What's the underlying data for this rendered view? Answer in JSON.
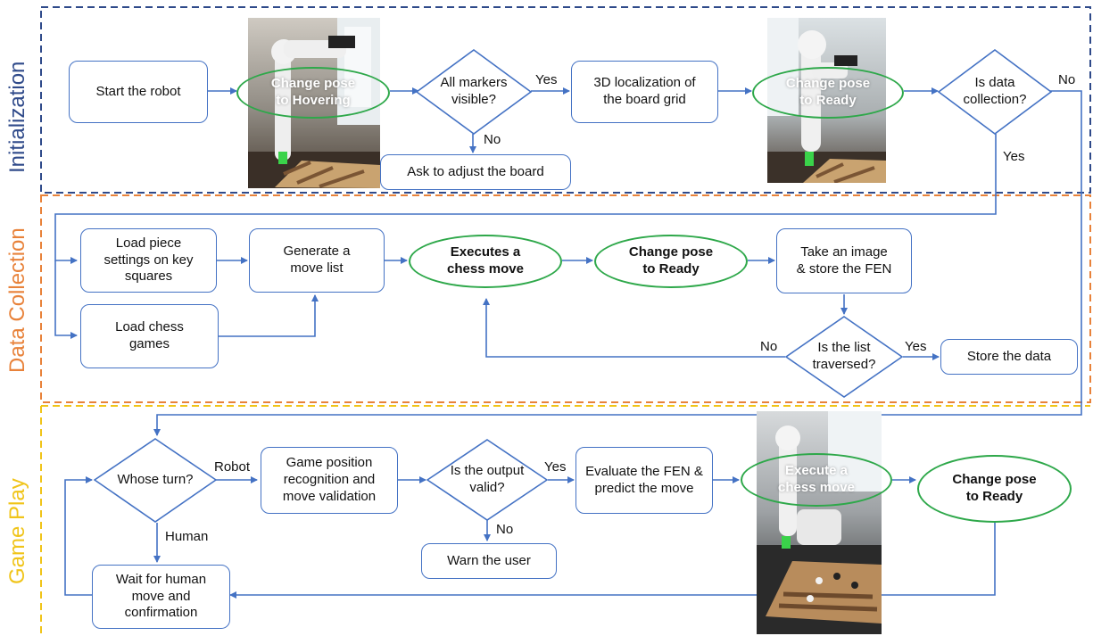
{
  "colors": {
    "initialization": "#2f4a8a",
    "data_collection": "#e8823a",
    "game_play": "#f0c419",
    "flow_line": "#4472c4",
    "highlight_ellipse": "#2ea84a"
  },
  "sections": {
    "initialization": "Initialization",
    "data_collection": "Data Collection",
    "game_play": "Game Play"
  },
  "init": {
    "start_robot": "Start the robot",
    "change_pose_hovering": "Change pose\nto Hovering",
    "all_markers_visible": "All markers\nvisible?",
    "localization": "3D localization of\nthe board grid",
    "change_pose_ready": "Change pose\nto Ready",
    "is_data_collection": "Is data\ncollection?",
    "adjust_board": "Ask to adjust the board",
    "yes_markers": "Yes",
    "no_markers": "No",
    "no_collection": "No",
    "yes_collection": "Yes"
  },
  "data_collection": {
    "load_piece_settings": "Load piece\nsettings on key\nsquares",
    "load_chess_games": "Load chess\ngames",
    "generate_move_list": "Generate a\nmove list",
    "executes_move": "Executes a\nchess move",
    "change_pose_ready": "Change pose\nto Ready",
    "take_image": "Take an image\n& store the FEN",
    "list_traversed": "Is the list\ntraversed?",
    "store_data": "Store the data",
    "no_label": "No",
    "yes_label": "Yes"
  },
  "game_play": {
    "whose_turn": "Whose turn?",
    "robot_label": "Robot",
    "human_label": "Human",
    "position_recognition": "Game position\nrecognition and\nmove validation",
    "output_valid": "Is the output\nvalid?",
    "yes_label": "Yes",
    "no_label": "No",
    "warn_user": "Warn the user",
    "evaluate_fen": "Evaluate the FEN &\npredict the move",
    "execute_move": "Execute a\nchess move",
    "change_pose_ready": "Change pose\nto Ready",
    "wait_human": "Wait for human\nmove and\nconfirmation"
  }
}
